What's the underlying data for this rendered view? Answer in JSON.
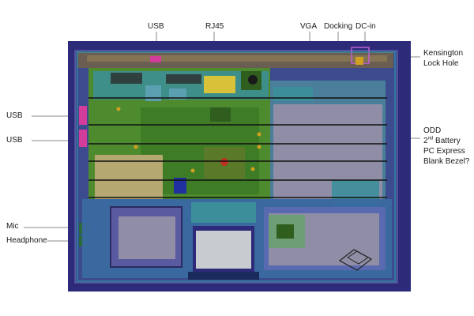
{
  "top_labels": {
    "usb": "USB",
    "rj45": "RJ45",
    "vga": "VGA",
    "docking": "Docking",
    "dc_in": "DC-in"
  },
  "left_labels": {
    "usb_1": "USB",
    "usb_2": "USB",
    "mic": "Mic",
    "headphone": "Headphone"
  },
  "right_labels": {
    "kensington_line1": "Kensington",
    "kensington_line2": "Lock Hole",
    "odd": "ODD",
    "battery_sup": "nd",
    "battery_pre": "2",
    "battery_post": " Battery",
    "pc_express": "PC Express",
    "blank_bezel": "Blank Bezel?"
  },
  "colors": {
    "chassis_bg": "#2d2a7a",
    "board_green": "#4e8a2e",
    "board_dark": "#2f5e1e",
    "tray_teal": "#3c8f9a",
    "bay_gray": "#8f8ea6",
    "frame_olive": "#8c7a55",
    "callout_line": "#7a7a7a"
  }
}
